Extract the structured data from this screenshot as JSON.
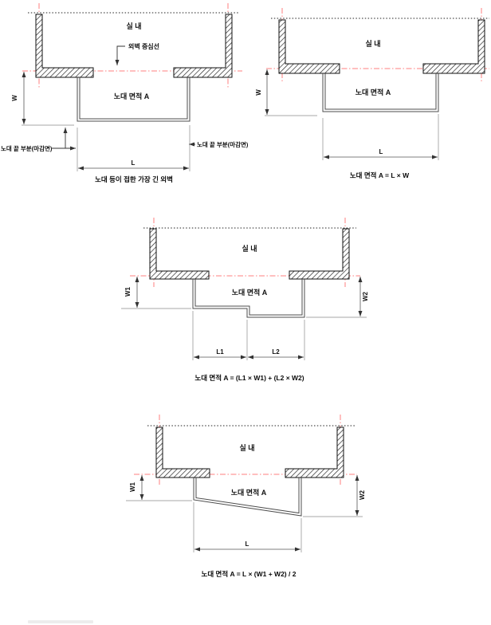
{
  "colors": {
    "centerline_red": "#ff7f7f",
    "drawing_line": "#111111",
    "dimension_line": "#555555",
    "background": "#ffffff"
  },
  "diagram1": {
    "interior_label": "실 내",
    "wall_centerline_label": "외벽 중심선",
    "area_label": "노대 면적 A",
    "width_dim": "W",
    "length_dim": "L",
    "left_edge_label": "노대 끝 부분(마감면)",
    "right_edge_label": "노대 끝 부분(마감면)",
    "caption": "노대 등이 접한 가장 긴 외벽"
  },
  "diagram2": {
    "interior_label": "실 내",
    "area_label": "노대 면적 A",
    "width_dim": "W",
    "length_dim": "L",
    "caption": "노대 면적 A = L × W"
  },
  "diagram3": {
    "interior_label": "실 내",
    "area_label": "노대 면적 A",
    "width1_dim": "W1",
    "width2_dim": "W2",
    "length1_dim": "L1",
    "length2_dim": "L2",
    "caption": "노대 면적 A = (L1 × W1) + (L2 × W2)"
  },
  "diagram4": {
    "interior_label": "실 내",
    "area_label": "노대 면적 A",
    "width1_dim": "W1",
    "width2_dim": "W2",
    "length_dim": "L",
    "caption": "노대 면적 A = L × (W1 + W2) / 2"
  }
}
